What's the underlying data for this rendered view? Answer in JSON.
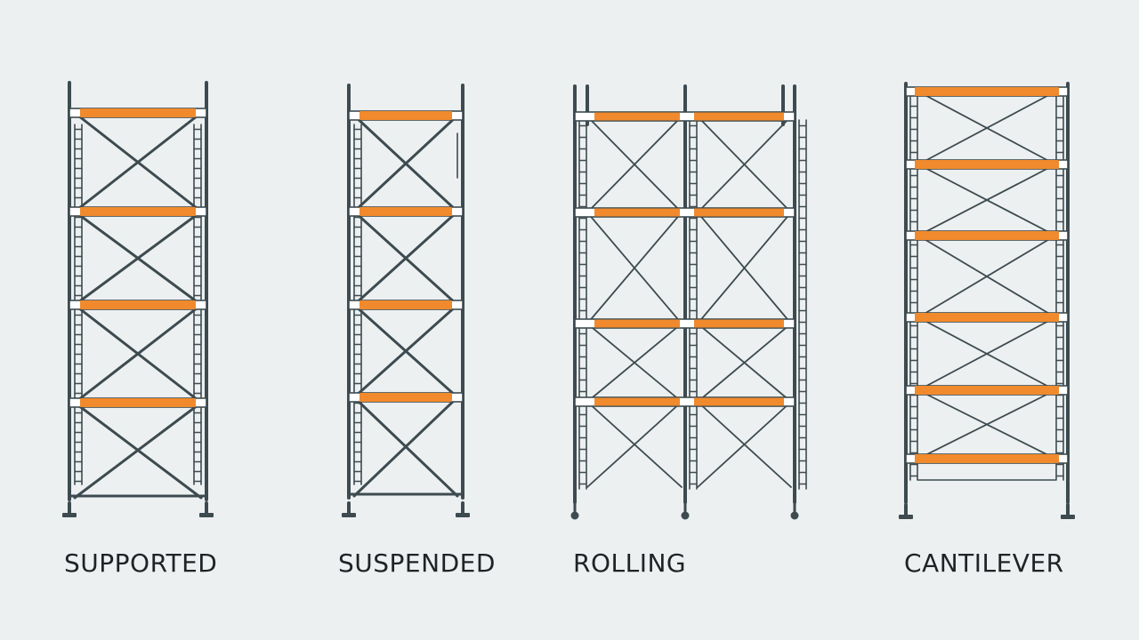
{
  "labels": {
    "supported": "SUPPORTED",
    "suspended": "SUSPENDED",
    "rolling": "ROLLING",
    "cantilever": "CANTILEVER"
  },
  "colors": {
    "background": "#edf0f1",
    "frame": "#3d4b50",
    "plank": "#f08a2c",
    "text": "#1f2326"
  },
  "structures": {
    "supported": {
      "levels": 4,
      "planks": 4,
      "ladders": "both-sides"
    },
    "suspended": {
      "levels": 4,
      "planks": 4,
      "ladders": "left"
    },
    "rolling": {
      "bays": 2,
      "levels": 4,
      "planks": 4,
      "ladders": "all-posts",
      "wheels": true
    },
    "cantilever": {
      "levels": 5,
      "planks": 6,
      "ladders": "both-sides"
    }
  }
}
